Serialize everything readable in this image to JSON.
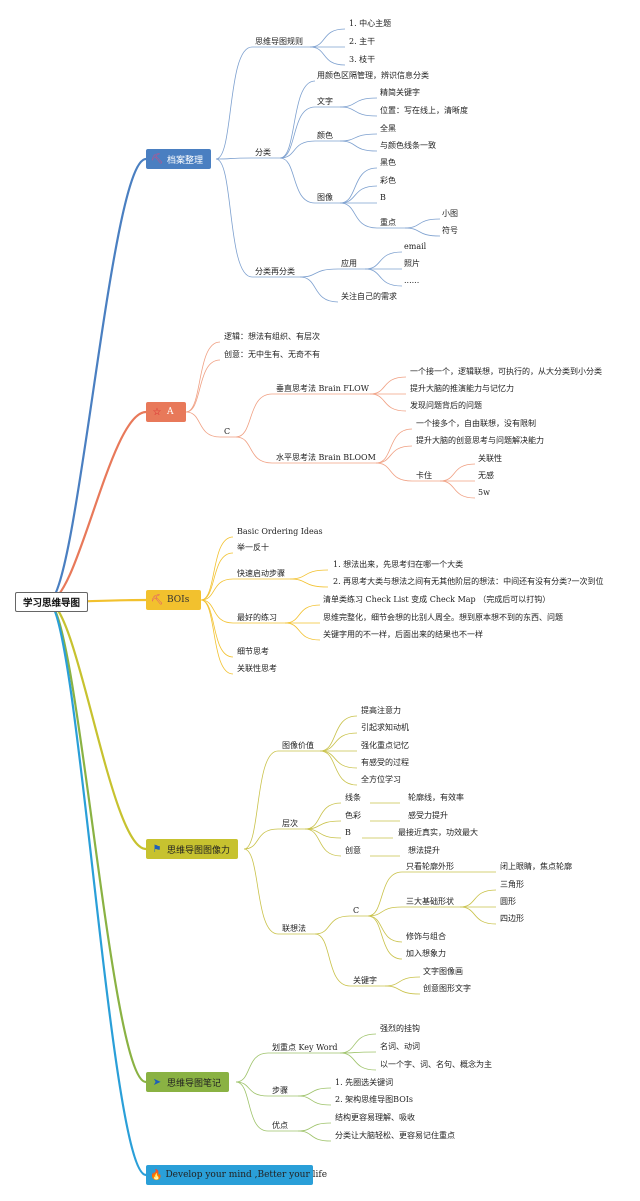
{
  "root": "学习思维导图",
  "colors": {
    "blue": "#4a7fc1",
    "orange": "#e8795a",
    "yellow": "#f2c12e",
    "olive": "#c7c22f",
    "green": "#8ab243",
    "cyan": "#2a9fd8"
  },
  "branches": [
    {
      "label": "档案整理",
      "icon": "pick-icon",
      "color": "#4a7fc1"
    },
    {
      "label": "A",
      "icon": "star-icon",
      "color": "#e8795a"
    },
    {
      "label": "BOIs",
      "icon": "pick-icon",
      "color": "#f2c12e"
    },
    {
      "label": "思维导图图像力",
      "icon": "flag-icon",
      "color": "#c7c22f"
    },
    {
      "label": "思维导图笔记",
      "icon": "send-icon",
      "color": "#8ab243"
    },
    {
      "label": "Develop your mind ,Better your life",
      "icon": "flame-icon",
      "color": "#2a9fd8"
    }
  ],
  "nodes": {
    "b1": {
      "rules": "思维导图规则",
      "r1": "1. 中心主题",
      "r2": "2. 主干",
      "r3": "3. 枝干",
      "classify": "分类",
      "c0": "用颜色区隔管理，辨识信息分类",
      "text": "文字",
      "t1": "精简关键字",
      "t2": "位置：写在线上，清晰度",
      "color": "颜色",
      "k1": "全黑",
      "k2": "与颜色线条一致",
      "image": "图像",
      "i1": "黑色",
      "i2": "彩色",
      "i3": "B",
      "focus": "重点",
      "f1": "小图",
      "f2": "符号",
      "reclass": "分类再分类",
      "apply": "应用",
      "a1": "email",
      "a2": "照片",
      "a3": "......",
      "care": "关注自己的需求"
    },
    "b2": {
      "logic": "逻辑：想法有组织、有层次",
      "create": "创意：无中生有、无奇不有",
      "c": "C",
      "vertical": "垂直思考法 Brain FLOW",
      "v1": "一个接一个，逻辑联想，可执行的，从大分类到小分类",
      "v2": "提升大脑的推演能力与记忆力",
      "v3": "发现问题背后的问题",
      "horizontal": "水平思考法 Brain BLOOM",
      "h1": "一个接多个，自由联想，没有限制",
      "h2": "提升大脑的创意思考与问题解决能力",
      "stuck": "卡住",
      "s1": "关联性",
      "s2": "无感",
      "s3": "5w"
    },
    "b3": {
      "basic": "Basic Ordering Ideas",
      "one": "举一反十",
      "quick": "快速启动步骤",
      "q1": "1. 想法出来，先思考归在哪一个大类",
      "q2": "2. 再思考大类与想法之间有无其他阶层的想法：中间还有没有分类?一次到位",
      "best": "最好的练习",
      "p1": "清单类练习 Check List 变成 Check Map （完成后可以打钩）",
      "p2": "思维完整化，细节会想的比别人周全。想到原本想不到的东西、问题",
      "p3": "关键字用的不一样，后面出来的结果也不一样",
      "detail": "细节思考",
      "relate": "关联性思考"
    },
    "b4": {
      "value": "图像价值",
      "v1": "提高注意力",
      "v2": "引起求知动机",
      "v3": "强化重点记忆",
      "v4": "有感受的过程",
      "v5": "全方位学习",
      "level": "层次",
      "l1": "线条",
      "l1d": "轮廓线，有效率",
      "l2": "色彩",
      "l2d": "感受力提升",
      "l3": "B",
      "l3d": "最接近真实，功效最大",
      "l4": "创意",
      "l4d": "想法提升",
      "assoc": "联想法",
      "c": "C",
      "outline": "只看轮廓外形",
      "outlined": "闭上眼睛，焦点轮廓",
      "shapes": "三大基础形状",
      "sh1": "三角形",
      "sh2": "圆形",
      "sh3": "四边形",
      "decor": "修饰与组合",
      "imagine": "加入想象力",
      "keyword": "关键字",
      "k1": "文字图像画",
      "k2": "创意图形文字"
    },
    "b5": {
      "key": "划重点 Key Word",
      "k1": "强烈的挂钩",
      "k2": "名词、动词",
      "k3": "以一个字、词、名句、概念为主",
      "steps": "步骤",
      "s1": "1. 先圈选关键词",
      "s2": "2. 架构思维导图BOIs",
      "merit": "优点",
      "m1": "结构更容易理解、吸收",
      "m2": "分类让大脑轻松、更容易记住重点"
    }
  }
}
